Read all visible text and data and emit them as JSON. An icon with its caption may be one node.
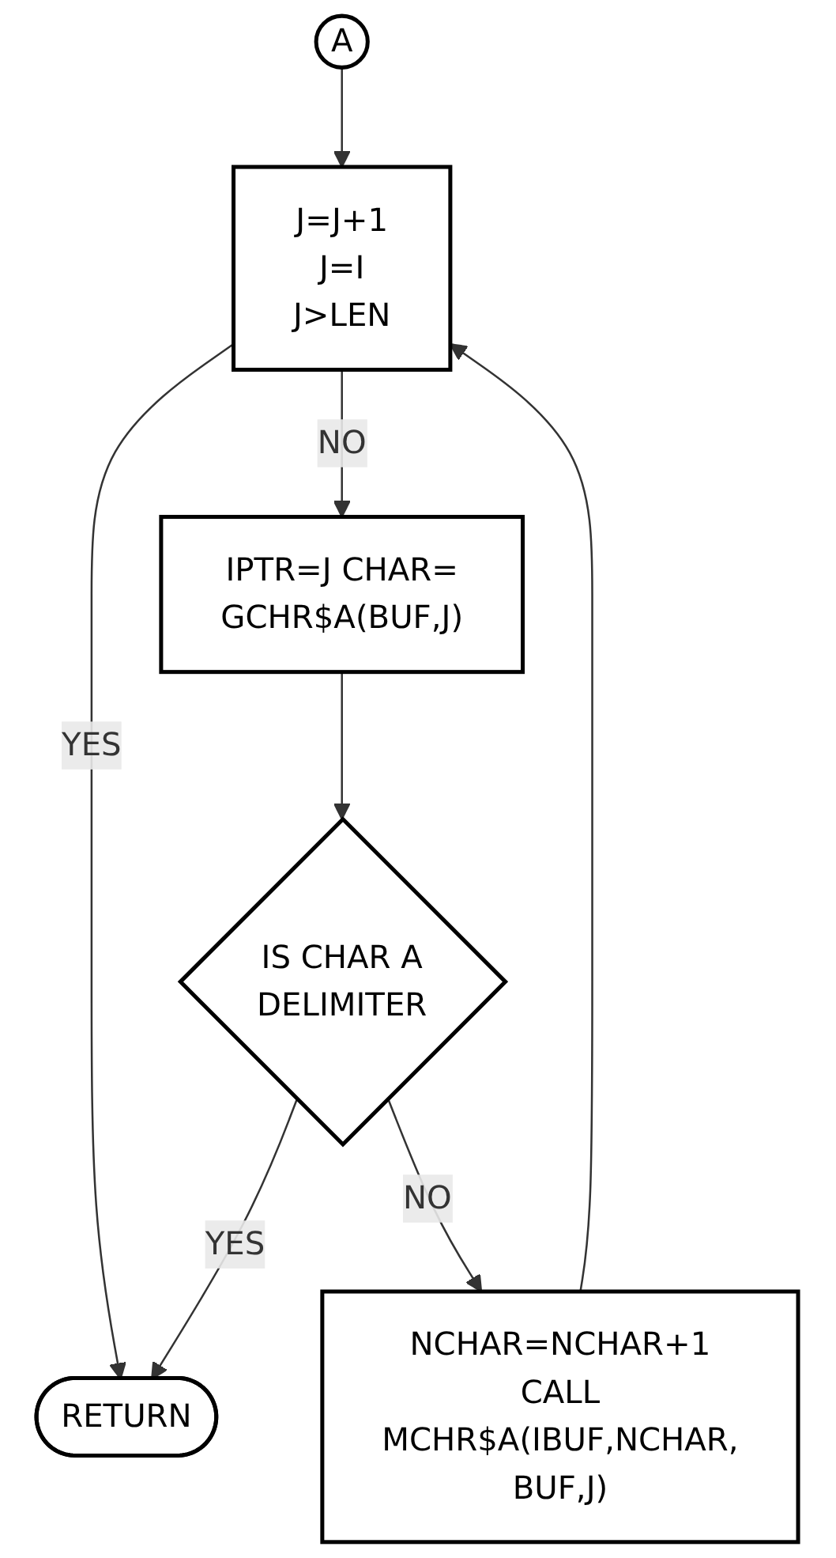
{
  "diagram": {
    "nodes": [
      {
        "text": [
          "A"
        ]
      },
      {
        "text": [
          "J=J+1",
          "J=I",
          "J>LEN"
        ]
      },
      {
        "text": [
          "IPTR=J CHAR= GCHR$A(BUF,J)"
        ]
      },
      {
        "text": [
          "IS CHAR A DELIMITER"
        ]
      },
      {
        "text": [
          "RETURN"
        ]
      },
      {
        "text": [
          "NCHAR=NCHAR+1 CALL MCHR$A(IBUF,NCHAR, BUF,J)"
        ]
      }
    ],
    "edges": [
      {
        "from": 0,
        "to": 1,
        "arrow": "to"
      },
      {
        "from": 1,
        "to": 4,
        "label": "YES",
        "arrow": "to"
      },
      {
        "from": 1,
        "to": 2,
        "label": "NO",
        "arrow": "to"
      },
      {
        "from": 2,
        "to": 3,
        "arrow": "to"
      },
      {
        "from": 3,
        "to": 4,
        "label": "YES",
        "arrow": "to"
      },
      {
        "from": 3,
        "to": 5,
        "label": "NO",
        "arrow": "to"
      },
      {
        "from": 5,
        "to": 1,
        "arrow": "to"
      }
    ]
  }
}
